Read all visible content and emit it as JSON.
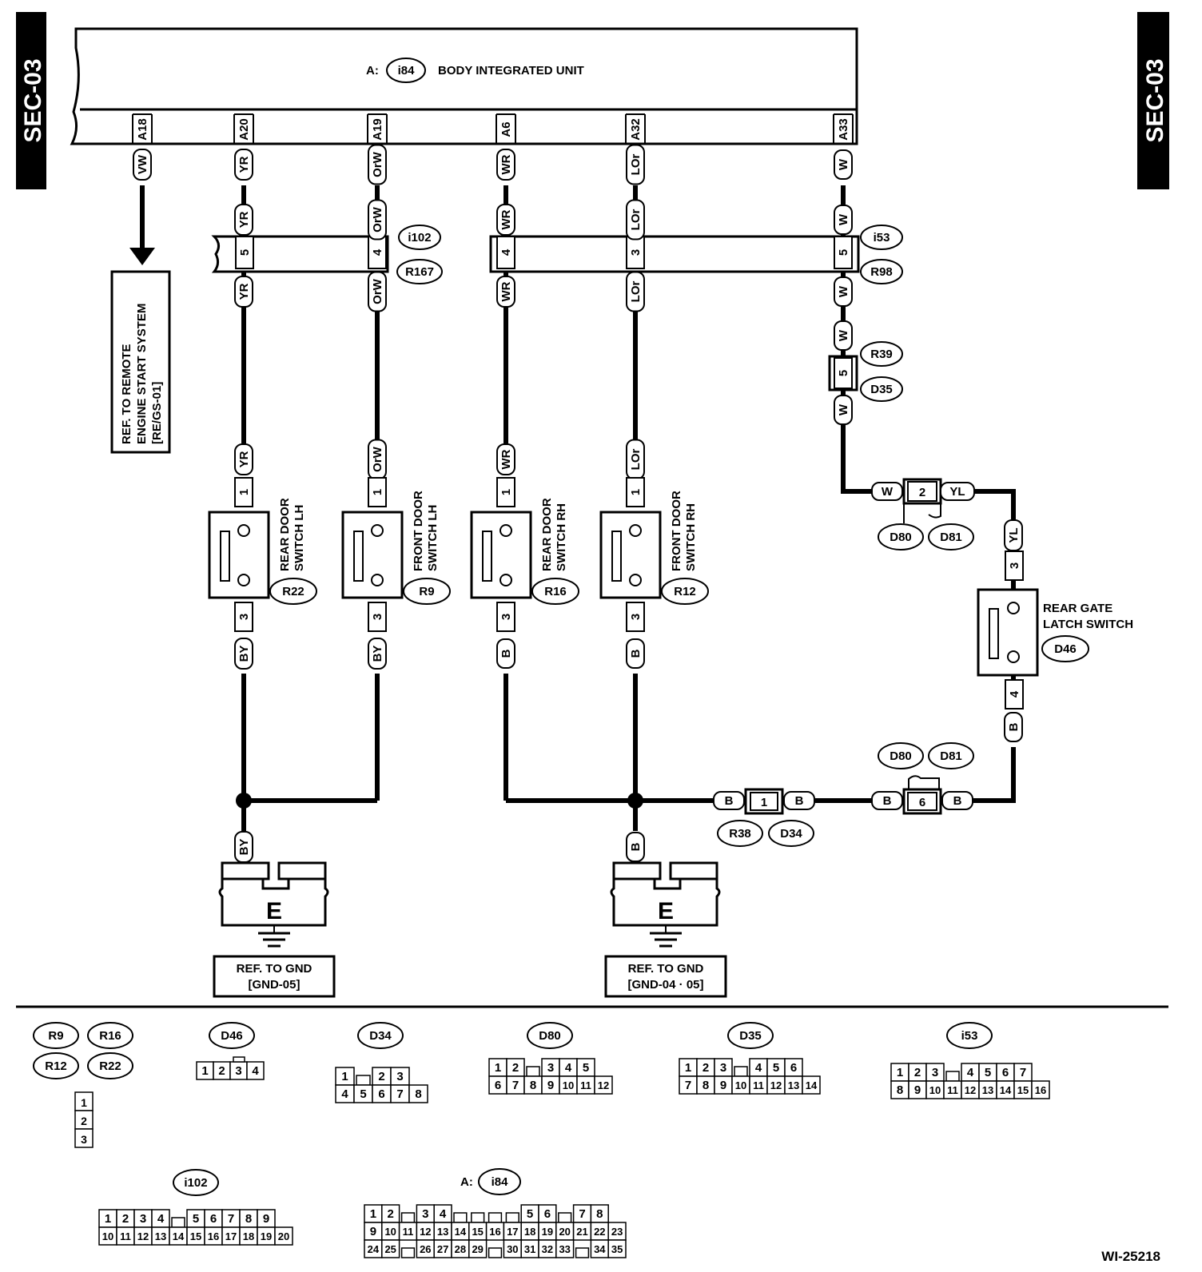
{
  "section_tag": "SEC-03",
  "unit": {
    "prefix": "A:",
    "connector": "i84",
    "name": "BODY INTEGRATED UNIT"
  },
  "unit_pins": [
    {
      "pin": "A18",
      "wire": "VW"
    },
    {
      "pin": "A20",
      "wire": "YR"
    },
    {
      "pin": "A19",
      "wire": "OrW"
    },
    {
      "pin": "A6",
      "wire": "WR"
    },
    {
      "pin": "A32",
      "wire": "LOr"
    },
    {
      "pin": "A33",
      "wire": "W"
    }
  ],
  "ref_remote": [
    "REF. TO REMOTE",
    "ENGINE START SYSTEM",
    "[RE/GS-01]"
  ],
  "junction_left": {
    "top": "i102",
    "bottom": "R167",
    "pins": [
      "5",
      "4"
    ]
  },
  "junction_right": {
    "top": "i53",
    "bottom": "R98",
    "pins": [
      "4",
      "3",
      "5"
    ]
  },
  "conn_r39": {
    "top": "R39",
    "bottom": "D35",
    "pin": "5"
  },
  "conn_d80_top": {
    "left": "D80",
    "right": "D81",
    "pin": "2",
    "wire_in": "W",
    "wire_out": "YL"
  },
  "switches": [
    {
      "lines": [
        "REAR DOOR",
        "SWITCH LH"
      ],
      "id": "R22",
      "wire_top": "YR",
      "wire_bottom": "BY",
      "pin_top": "1",
      "pin_bottom": "3"
    },
    {
      "lines": [
        "FRONT DOOR",
        "SWITCH LH"
      ],
      "id": "R9",
      "wire_top": "OrW",
      "wire_bottom": "BY",
      "pin_top": "1",
      "pin_bottom": "3"
    },
    {
      "lines": [
        "REAR DOOR",
        "SWITCH RH"
      ],
      "id": "R16",
      "wire_top": "WR",
      "wire_bottom": "B",
      "pin_top": "1",
      "pin_bottom": "3"
    },
    {
      "lines": [
        "FRONT DOOR",
        "SWITCH RH"
      ],
      "id": "R12",
      "wire_top": "LOr",
      "wire_bottom": "B",
      "pin_top": "1",
      "pin_bottom": "3"
    }
  ],
  "latch": {
    "lines": [
      "REAR GATE",
      "LATCH SWITCH"
    ],
    "id": "D46",
    "wire_top": "YL",
    "wire_bottom": "B",
    "pin_top": "3",
    "pin_bottom": "4"
  },
  "conn_r38": {
    "left": "R38",
    "right": "D34",
    "pin": "1",
    "wire": "B"
  },
  "conn_d80_bot": {
    "left": "D80",
    "right": "D81",
    "pin": "6",
    "wire": "B"
  },
  "grounds": [
    {
      "letter": "E",
      "wire": "BY",
      "ref": [
        "REF. TO GND",
        "[GND-05]"
      ]
    },
    {
      "letter": "E",
      "wire": "B",
      "ref": [
        "REF. TO GND",
        "[GND-04 · 05]"
      ]
    }
  ],
  "legend": {
    "switch_ids": [
      "R9",
      "R16",
      "R12",
      "R22"
    ],
    "switch_pins": [
      "1",
      "2",
      "3"
    ],
    "d46": {
      "id": "D46",
      "pins": [
        "1",
        "2",
        "3",
        "4"
      ]
    },
    "d34": {
      "id": "D34",
      "rows": [
        [
          "1",
          "",
          "2",
          "3"
        ],
        [
          "4",
          "5",
          "6",
          "7",
          "8"
        ]
      ]
    },
    "d80": {
      "id": "D80",
      "rows": [
        [
          "1",
          "2",
          "",
          "3",
          "4",
          "5"
        ],
        [
          "6",
          "7",
          "8",
          "9",
          "10",
          "11",
          "12"
        ]
      ]
    },
    "d35": {
      "id": "D35",
      "rows": [
        [
          "1",
          "2",
          "3",
          "",
          "4",
          "5",
          "6"
        ],
        [
          "7",
          "8",
          "9",
          "10",
          "11",
          "12",
          "13",
          "14"
        ]
      ]
    },
    "i53": {
      "id": "i53",
      "rows": [
        [
          "1",
          "2",
          "3",
          "",
          "4",
          "5",
          "6",
          "7"
        ],
        [
          "8",
          "9",
          "10",
          "11",
          "12",
          "13",
          "14",
          "15",
          "16"
        ]
      ]
    },
    "i102": {
      "id": "i102",
      "rows": [
        [
          "1",
          "2",
          "3",
          "4",
          "",
          "5",
          "6",
          "7",
          "8",
          "9"
        ],
        [
          "10",
          "11",
          "12",
          "13",
          "14",
          "15",
          "16",
          "17",
          "18",
          "19",
          "20"
        ]
      ]
    },
    "i84": {
      "prefix": "A:",
      "id": "i84",
      "rows": [
        [
          "1",
          "2",
          "",
          "3",
          "4",
          "",
          "",
          "",
          "",
          "5",
          "6",
          "",
          "7",
          "8"
        ],
        [
          "9",
          "10",
          "11",
          "12",
          "13",
          "14",
          "15",
          "16",
          "17",
          "18",
          "19",
          "20",
          "21",
          "22",
          "23"
        ],
        [
          "24",
          "25",
          "",
          "26",
          "27",
          "28",
          "29",
          "",
          "30",
          "31",
          "32",
          "33",
          "",
          "34",
          "35"
        ]
      ]
    }
  },
  "figure_id": "WI-25218"
}
